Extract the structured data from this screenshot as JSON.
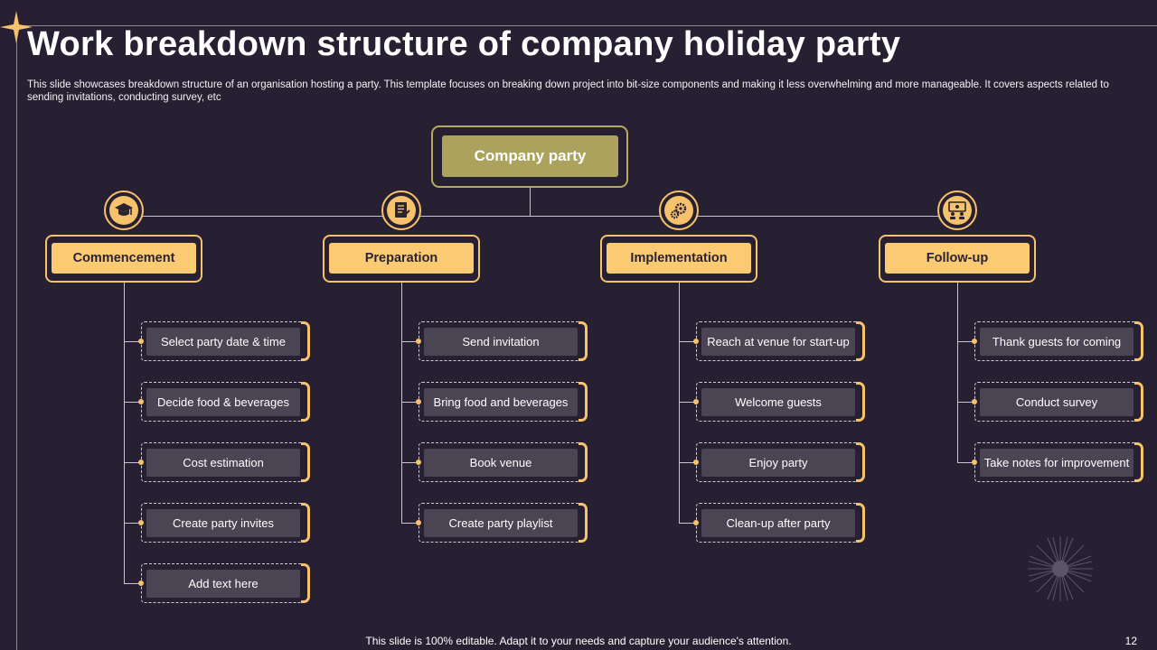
{
  "title": "Work breakdown structure of company holiday party",
  "subtitle": "This slide showcases breakdown structure of an organisation hosting a party. This template focuses on breaking down project into bit-size components and making it less overwhelming and more manageable. It covers aspects related to sending invitations, conducting survey, etc",
  "root": {
    "label": "Company party"
  },
  "branches": [
    {
      "label": "Commencement",
      "icon": "graduation-cap-icon",
      "tasks": [
        "Select party date & time",
        "Decide food & beverages",
        "Cost estimation",
        "Create party invites",
        "Add text here"
      ]
    },
    {
      "label": "Preparation",
      "icon": "checklist-document-icon",
      "tasks": [
        "Send invitation",
        "Bring food and beverages",
        "Book venue",
        "Create party playlist"
      ]
    },
    {
      "label": "Implementation",
      "icon": "gears-icon",
      "tasks": [
        "Reach at venue for start-up",
        "Welcome guests",
        "Enjoy party",
        "Clean-up after party"
      ]
    },
    {
      "label": "Follow-up",
      "icon": "team-meeting-icon",
      "tasks": [
        "Thank guests for coming",
        "Conduct survey",
        "Take notes for improvement"
      ]
    }
  ],
  "footer": "This slide is 100% editable. Adapt it to your needs and capture your audience's attention.",
  "page_number": "12",
  "colors": {
    "background": "#272032",
    "accent": "#fcca73",
    "root_fill": "#aba35d",
    "task_fill": "#4a4453"
  }
}
